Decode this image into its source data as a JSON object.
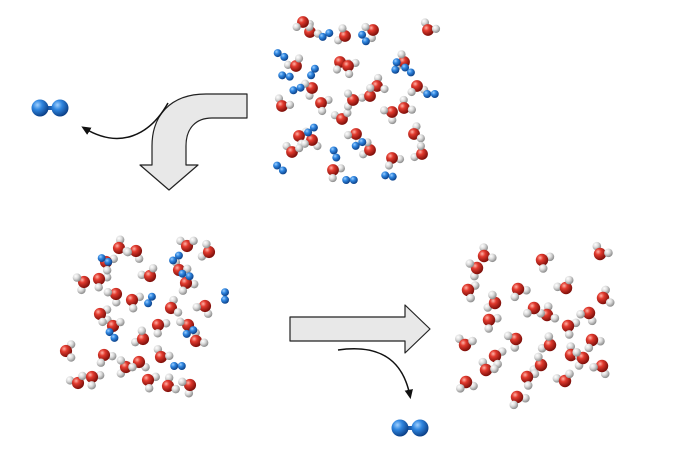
{
  "figure": {
    "caption": "",
    "panels": [
      {
        "id": "top",
        "contents": [
          "water",
          "nitrogen"
        ]
      },
      {
        "id": "bottom-left",
        "contents": [
          "water",
          "nitrogen"
        ]
      },
      {
        "id": "bottom-right",
        "contents": [
          "water"
        ]
      }
    ],
    "arrows": [
      {
        "id": "big-bent-arrow",
        "from": "top",
        "to": "bottom-left"
      },
      {
        "id": "big-right-arrow",
        "from": "bottom-left",
        "to": "bottom-right"
      }
    ],
    "released_molecules": [
      {
        "id": "released-n2-top",
        "species": "N2"
      },
      {
        "id": "released-n2-bottom",
        "species": "N2"
      }
    ],
    "colors": {
      "oxygen": "#d42a22",
      "hydrogen": "#d8d8d8",
      "nitrogen": "#1f72c8",
      "arrow_fill": "#e8e8e8",
      "arrow_stroke": "#222222"
    }
  }
}
